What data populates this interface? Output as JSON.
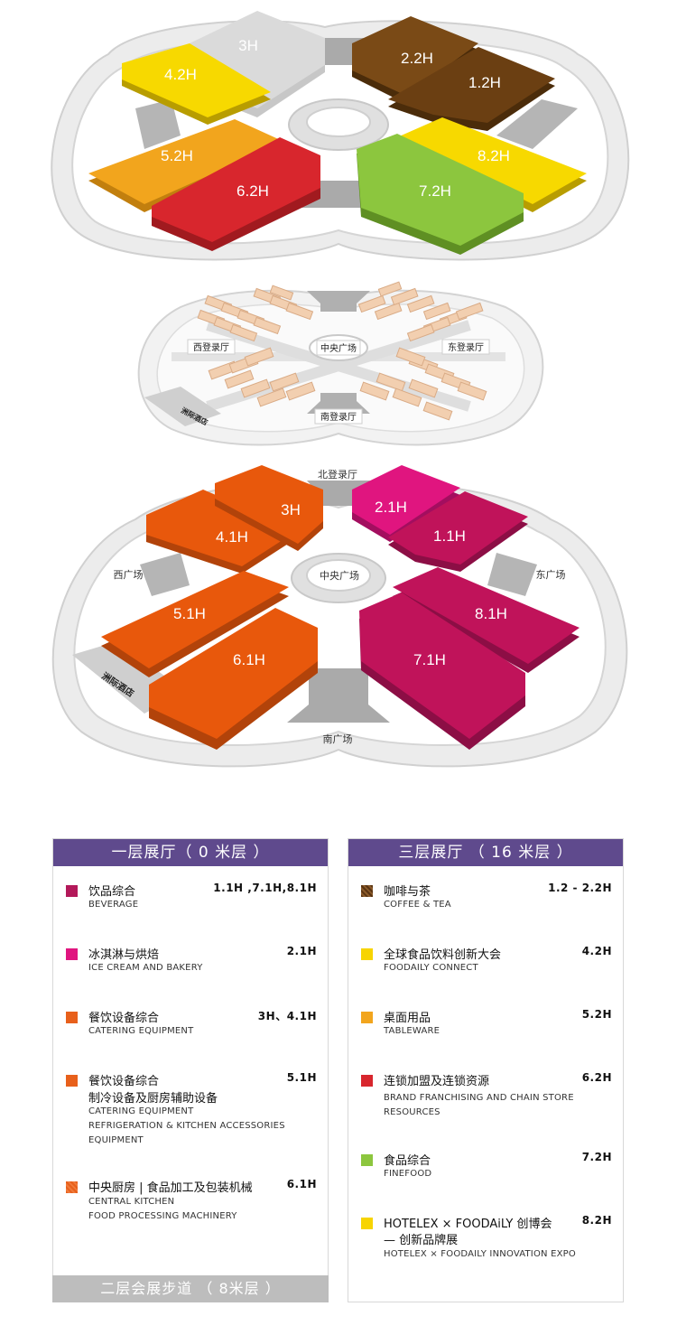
{
  "upper_map": {
    "halls": [
      {
        "id": "3H",
        "label": "3H",
        "color": "#d9d9d9"
      },
      {
        "id": "4.2H",
        "label": "4.2H",
        "color": "#f7d400"
      },
      {
        "id": "5.2H",
        "label": "5.2H",
        "color": "#f2a51d"
      },
      {
        "id": "6.2H",
        "label": "6.2H",
        "color": "#d8262d"
      },
      {
        "id": "2.2H",
        "label": "2.2H",
        "color": "#6b3f12"
      },
      {
        "id": "1.2H",
        "label": "1.2H",
        "color": "#6b3f12"
      },
      {
        "id": "8.2H",
        "label": "8.2H",
        "color": "#f7d400"
      },
      {
        "id": "7.2H",
        "label": "7.2H",
        "color": "#8cc63e"
      }
    ]
  },
  "middle_map": {
    "labels": {
      "center": "中央广场",
      "west": "西登录厅",
      "east": "东登录厅",
      "south": "南登录厅",
      "hotel": "洲际酒店"
    }
  },
  "lower_map": {
    "halls": [
      {
        "id": "3H",
        "label": "3H",
        "color": "#e8580c"
      },
      {
        "id": "4.1H",
        "label": "4.1H",
        "color": "#e8580c"
      },
      {
        "id": "5.1H",
        "label": "5.1H",
        "color": "#e8580c"
      },
      {
        "id": "6.1H",
        "label": "6.1H",
        "color": "#e8580c"
      },
      {
        "id": "2.1H",
        "label": "2.1H",
        "color": "#e0157f"
      },
      {
        "id": "1.1H",
        "label": "1.1H",
        "color": "#c0135a"
      },
      {
        "id": "8.1H",
        "label": "8.1H",
        "color": "#c0135a"
      },
      {
        "id": "7.1H",
        "label": "7.1H",
        "color": "#c0135a"
      }
    ],
    "labels": {
      "north": "北登录厅",
      "center": "中央广场",
      "west": "西广场",
      "east": "东广场",
      "south": "南广场",
      "hotel": "洲际酒店"
    }
  },
  "legend_left": {
    "header": "一层展厅（ 0 米层 ）",
    "footer": "二层会展步道 （ 8米层 ）",
    "items": [
      {
        "title": "饮品综合",
        "hall": "1.1H ,7.1H,8.1H",
        "color": "#b3195a",
        "subs": [
          "BEVERAGE"
        ]
      },
      {
        "title": "冰淇淋与烘焙",
        "hall": "2.1H",
        "color": "#e0157f",
        "subs": [
          "ICE CREAM AND BAKERY"
        ]
      },
      {
        "title": "餐饮设备综合",
        "hall": "3H、4.1H",
        "color": "#e8601b",
        "subs": [
          "CATERING EQUIPMENT"
        ]
      },
      {
        "title": "餐饮设备综合",
        "title2": "制冷设备及厨房辅助设备",
        "hall": "5.1H",
        "color": "#e8601b",
        "subs": [
          "CATERING EQUIPMENT",
          "REFRIGERATION & KITCHEN ACCESSORIES",
          "EQUIPMENT"
        ]
      },
      {
        "title": "中央厨房 | 食品加工及包装机械",
        "hall": "6.1H",
        "color": "#e8601b",
        "subs": [
          "CENTRAL KITCHEN",
          "FOOD PROCESSING MACHINERY"
        ]
      }
    ]
  },
  "legend_right": {
    "header": "三层展厅 （ 16 米层 ）",
    "items": [
      {
        "title": "咖啡与茶",
        "hall": "1.2 - 2.2H",
        "color": "#6b3f12",
        "subs": [
          "COFFEE & TEA"
        ]
      },
      {
        "title": "全球食品饮料创新大会",
        "hall": "4.2H",
        "color": "#f7d400",
        "subs": [
          "FOODAILY CONNECT"
        ]
      },
      {
        "title": "桌面用品",
        "hall": "5.2H",
        "color": "#f2a51d",
        "subs": [
          "TABLEWARE"
        ]
      },
      {
        "title": "连锁加盟及连锁资源",
        "hall": "6.2H",
        "color": "#d8262d",
        "subs": [
          "BRAND FRANCHISING AND CHAIN STORE",
          "RESOURCES"
        ]
      },
      {
        "title": "食品综合",
        "hall": "7.2H",
        "color": "#8cc63e",
        "subs": [
          "FINEFOOD"
        ]
      },
      {
        "title": "HOTELEX × FOODAiLY 创博会",
        "title2": "— 创新品牌展",
        "hall": "8.2H",
        "color": "#f7d400",
        "subs": [
          "HOTELEX × FOODAILY INNOVATION EXPO"
        ]
      }
    ]
  }
}
